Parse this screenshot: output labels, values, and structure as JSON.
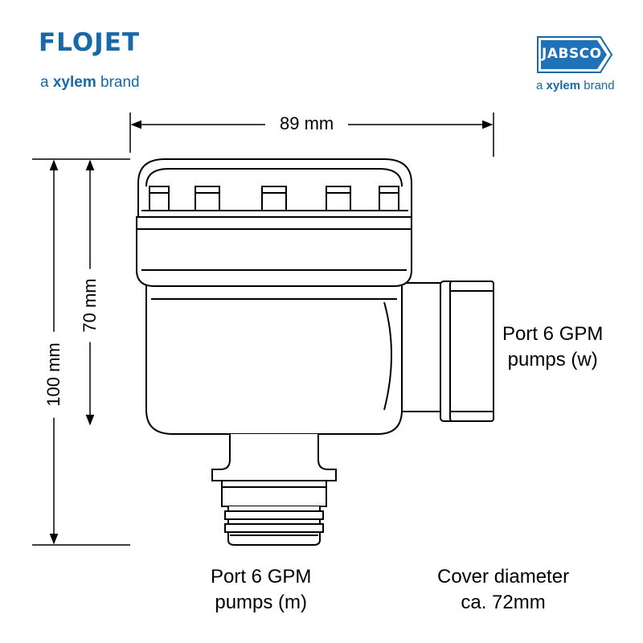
{
  "logos": {
    "flojet": {
      "name": "FLOJET",
      "tagline_prefix": "a",
      "tagline_brand": "xylem",
      "tagline_suffix": "brand",
      "color": "#1769a8"
    },
    "jabsco": {
      "name": "JABSCO",
      "tagline_prefix": "a",
      "tagline_brand": "xylem",
      "tagline_suffix": "brand",
      "color": "#1769a8"
    }
  },
  "dimensions": {
    "width": "89 mm",
    "height_total": "100 mm",
    "height_body": "70 mm"
  },
  "labels": {
    "port_w": {
      "line1": "Port 6 GPM",
      "line2": "pumps (w)"
    },
    "port_m": {
      "line1": "Port 6 GPM",
      "line2": "pumps (m)"
    },
    "cover": {
      "line1": "Cover diameter",
      "line2": "ca. 72mm"
    }
  }
}
